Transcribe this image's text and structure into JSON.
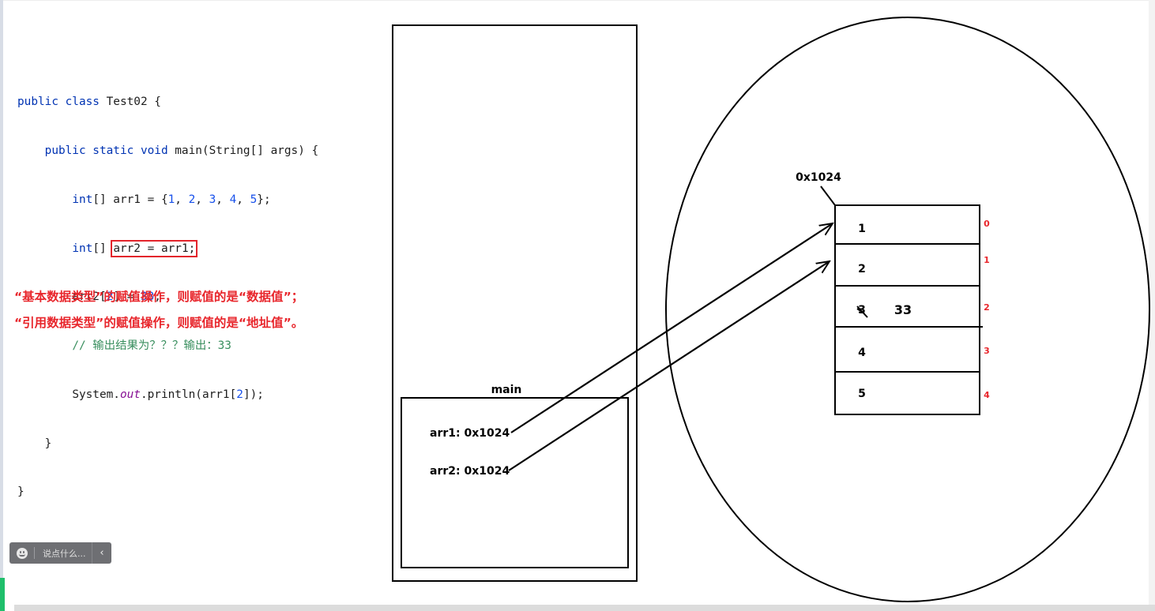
{
  "code": {
    "line1": {
      "kw": "public class",
      "rest": " Test02 {"
    },
    "line2": {
      "indent": "    ",
      "kw": "public static void",
      "rest": " main(String[] args) {"
    },
    "line3": {
      "indent": "        ",
      "type": "int",
      "a": "[] arr1 = {",
      "n1": "1",
      "c1": ", ",
      "n2": "2",
      "c2": ", ",
      "n3": "3",
      "c3": ", ",
      "n4": "4",
      "c4": ", ",
      "n5": "5",
      "end": "};"
    },
    "line4": {
      "indent": "        ",
      "type": "int",
      "a": "[] ",
      "highlight": "arr2 = arr1;"
    },
    "line5": {
      "indent": "        ",
      "a": "arr2[",
      "n": "2",
      "b": "] = ",
      "v": "33",
      "end": ";"
    },
    "line6": {
      "indent": "        ",
      "comment": "// 输出结果为？？？输出：33"
    },
    "line7": {
      "indent": "        ",
      "a": "System.",
      "field": "out",
      "b": ".println(arr1[",
      "n": "2",
      "end": "]);"
    },
    "line8": {
      "text": "    }"
    },
    "line9": {
      "text": "}"
    }
  },
  "notes": {
    "primitive": "“基本数据类型”的赋值操作，则赋值的是“数据值”；",
    "reference": "“引用数据类型”的赋值操作，则赋值的是“地址值”。"
  },
  "diagram": {
    "frame_label": "main",
    "arr1_label": "arr1: 0x1024",
    "arr2_label": "arr2: 0x1024",
    "heap_address": "0x1024",
    "cells": [
      {
        "value": "1",
        "index": "0"
      },
      {
        "value": "2",
        "index": "1"
      },
      {
        "value": "3",
        "index": "2",
        "crossed": true,
        "new_value": "33"
      },
      {
        "value": "4",
        "index": "3"
      },
      {
        "value": "5",
        "index": "4"
      }
    ],
    "index_color": "#e8262c"
  },
  "chat": {
    "placeholder": "说点什么...",
    "collapse_glyph": "‹"
  }
}
